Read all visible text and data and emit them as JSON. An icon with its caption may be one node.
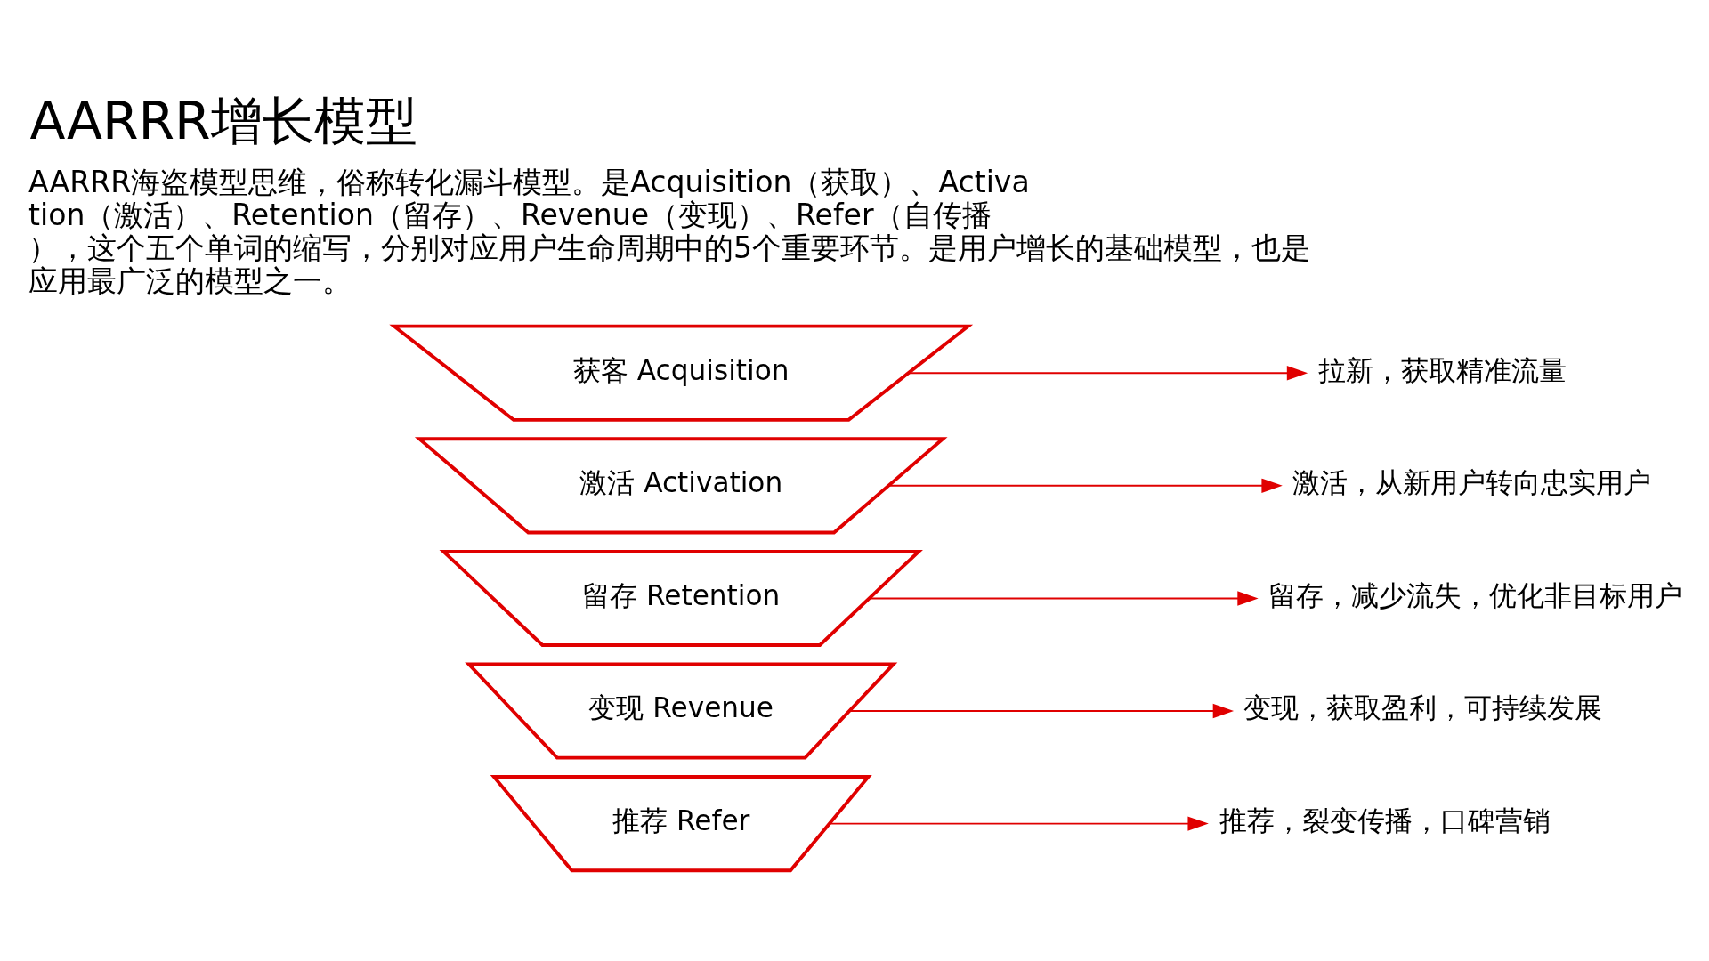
{
  "diagram": {
    "title": "AARRR增长模型",
    "nodes": [
      {
        "text": [
          "获客 Acquisition"
        ]
      },
      {
        "text": [
          "拉新，获取精准流量"
        ]
      },
      {
        "text": [
          "激活 Activation"
        ]
      },
      {
        "text": [
          "激活，从新用户转向忠实用户"
        ]
      },
      {
        "text": [
          "留存 Retention"
        ]
      },
      {
        "text": [
          "留存，减少流失，优化非目标用户"
        ]
      },
      {
        "text": [
          "变现 Revenue"
        ]
      },
      {
        "text": [
          "变现，获取盈利，可持续发展"
        ]
      },
      {
        "text": [
          "推荐 Refer"
        ]
      },
      {
        "text": [
          "推荐，裂变传播，口碑营销"
        ]
      }
    ],
    "edges": [
      {
        "from": 0,
        "to": 1,
        "arrow": "to"
      },
      {
        "from": 2,
        "to": 3,
        "arrow": "to"
      },
      {
        "from": 4,
        "to": 5,
        "arrow": "to"
      },
      {
        "from": 6,
        "to": 7,
        "arrow": "to"
      },
      {
        "from": 8,
        "to": 9,
        "arrow": "to"
      }
    ],
    "labels": [
      "AARRR海盗模型思维，俗称转化漏斗模型。是Acquisition（获取）、Activation（激活）、Retention（留存）、Revenue（变现）、Refer（自传播），这个五个单词的缩写，分别对应用户生命周期中的5个重要环节。是用户增长的基础模型，也是应用最广泛的模型之一。"
    ]
  }
}
